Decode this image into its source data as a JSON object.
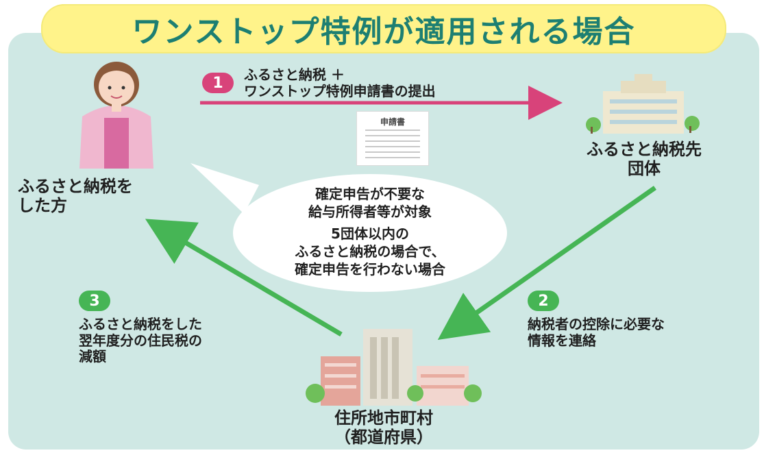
{
  "title": "ワンストップ特例が適用される場合",
  "person_label": [
    "ふるさと納税を",
    "した方"
  ],
  "hometax_label": [
    "ふるさと納税先",
    "団体"
  ],
  "city_label": [
    "住所地市町村",
    "（都道府県）"
  ],
  "doc_title": "申請書",
  "steps": [
    {
      "num": "1",
      "text": [
        "ふるさと納税 ＋",
        "ワンストップ特例申請書の提出"
      ]
    },
    {
      "num": "2",
      "text": [
        "納税者の控除に必要な",
        "情報を連絡"
      ]
    },
    {
      "num": "3",
      "text": [
        "ふるさと納税をした",
        "翌年度分の住民税の",
        "減額"
      ]
    }
  ],
  "bubble": {
    "line1": "確定申告が不要な",
    "line2": "給与所得者等が対象",
    "line3": "5団体以内の",
    "line4": "ふるさと納税の場合で、",
    "line5": "確定申告を行わない場合"
  },
  "colors": {
    "panel": "#cfe8e4",
    "title": "#1d7f72",
    "banner": "#fff38a",
    "step1": "#d8437a",
    "arrows": "#46b555"
  }
}
